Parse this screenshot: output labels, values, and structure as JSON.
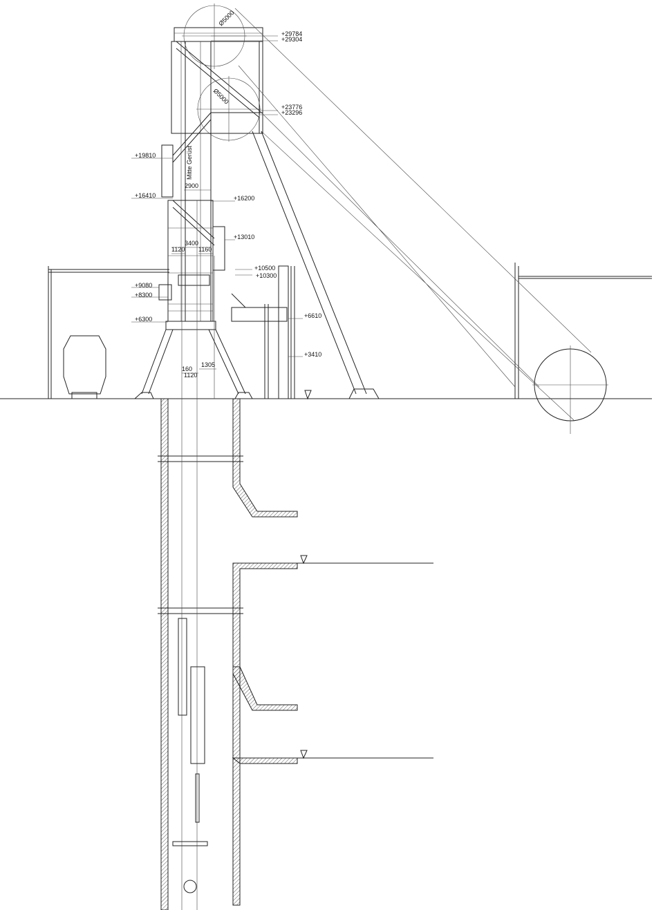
{
  "drawing": {
    "levels": {
      "l29784": "+29784",
      "l29304": "+29304",
      "l23776": "+23776",
      "l23296": "+23296",
      "l19810": "+19810",
      "l16410": "+16410",
      "l16200": "+16200",
      "l13010": "+13010",
      "l10500": "+10500",
      "l10300": "+10300",
      "l9080": "+9080",
      "l8300": "+8300",
      "l6610": "+6610",
      "l6300": "+6300",
      "l3410": "+3410"
    },
    "dimensions": {
      "wheel_top": "Ø5000",
      "wheel_lower": "Ø5000",
      "d2900": "2900",
      "d3400": "3400",
      "d1120a": "1120",
      "d1160": "1160",
      "d160": "160",
      "d1305": "1305",
      "d1120b": "1120"
    },
    "centerline_label": "Mitte Gerüst"
  }
}
